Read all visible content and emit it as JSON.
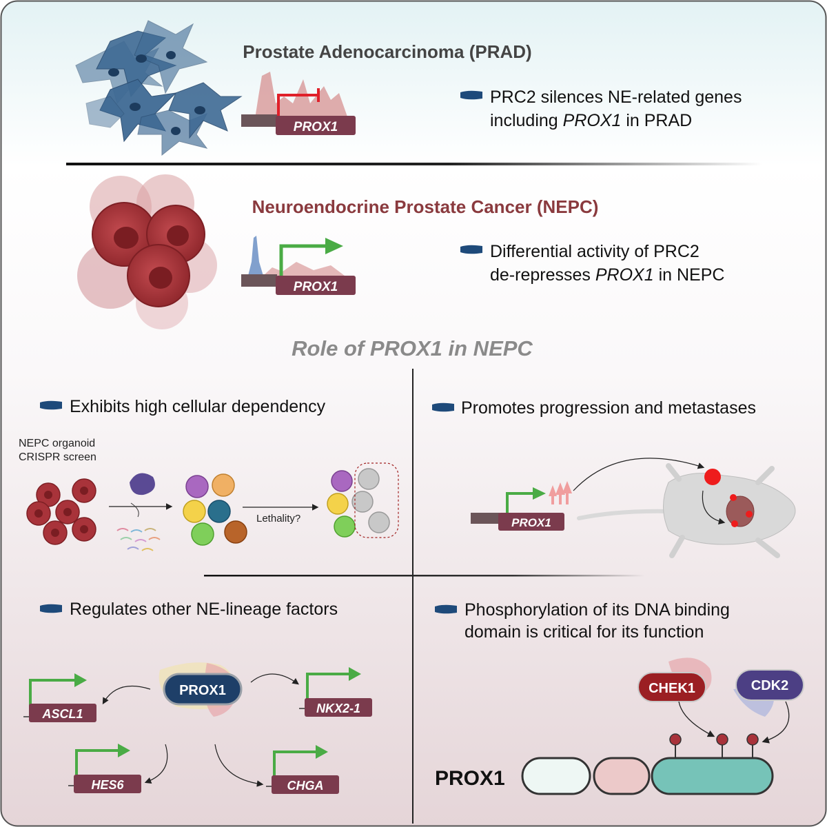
{
  "prad": {
    "title": "Prostate Adenocarcinoma (PRAD)",
    "gene": "PROX1",
    "note_line1": "PRC2 silences NE-related genes",
    "note_line2_pre": "including ",
    "note_line2_gene": "PROX1",
    "note_line2_post": " in PRAD"
  },
  "nepc": {
    "title": "Neuroendocrine Prostate Cancer (NEPC)",
    "gene": "PROX1",
    "note_line1": "Differential activity of PRC2",
    "note_line2_pre": "de-represses ",
    "note_line2_gene": "PROX1",
    "note_line2_post": " in NEPC"
  },
  "role": {
    "title": "Role of PROX1 in NEPC"
  },
  "panel_dependency": {
    "heading": "Exhibits high cellular dependency",
    "screen_line1": "NEPC organoid",
    "screen_line2": "CRISPR screen",
    "lethality": "Lethality?"
  },
  "panel_metastasis": {
    "heading": "Promotes progression and metastases",
    "gene": "PROX1"
  },
  "panel_regulation": {
    "heading": "Regulates other NE-lineage factors",
    "center": "PROX1",
    "targets": [
      "ASCL1",
      "NKX2-1",
      "HES6",
      "CHGA"
    ]
  },
  "panel_phospho": {
    "heading_line1": "Phosphorylation of its DNA binding",
    "heading_line2": "domain is critical for its function",
    "kinase1": "CHEK1",
    "kinase2": "CDK2",
    "protein": "PROX1"
  },
  "colors": {
    "gene_box": "#7b3b4d",
    "arrow_green": "#4aab45",
    "repress_red": "#e0202a",
    "bullet_blue": "#1e4a7a",
    "nepc_title": "#8a3a3e",
    "domain_teal": "#76c3b8",
    "prox1_pill": "#1e3f68",
    "chek1": "#9b1f23",
    "cdk2": "#4c3f84"
  }
}
